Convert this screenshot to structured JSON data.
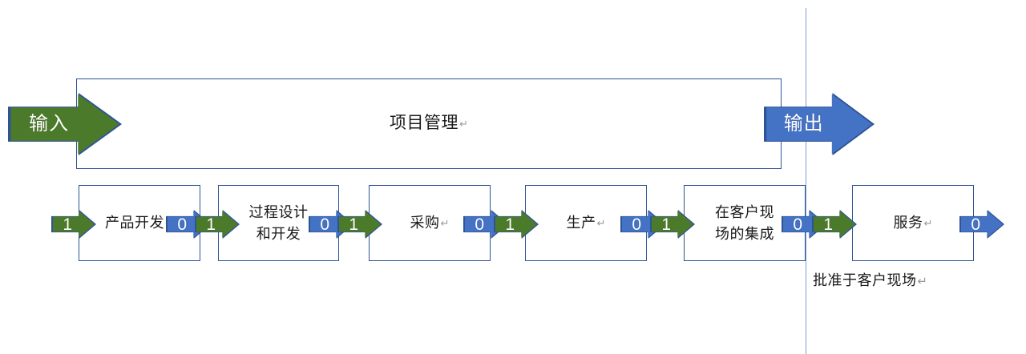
{
  "diagram": {
    "title_text": "项目管理",
    "divider_color": "#7E9BD0",
    "green_color": "#4C7A2B",
    "blue_color": "#4472C4",
    "outline_color": "#2E5496",
    "input_arrow": {
      "label": "输入",
      "color": "#4C7A2B"
    },
    "output_arrow": {
      "label": "输出",
      "color": "#4472C4"
    },
    "main_band": {
      "label": "项目管理"
    },
    "stages": [
      {
        "label": "产品开发"
      },
      {
        "label": "过程设计\n和开发"
      },
      {
        "label": "采购"
      },
      {
        "label": "生产"
      },
      {
        "label": "在客户现\n场的集成"
      },
      {
        "label": "服务"
      }
    ],
    "connectors": [
      {
        "value": "1",
        "color": "green"
      },
      {
        "value": "0",
        "color": "blue"
      },
      {
        "value": "1",
        "color": "green"
      },
      {
        "value": "0",
        "color": "blue"
      },
      {
        "value": "1",
        "color": "green"
      },
      {
        "value": "0",
        "color": "blue"
      },
      {
        "value": "1",
        "color": "green"
      },
      {
        "value": "0",
        "color": "blue"
      },
      {
        "value": "1",
        "color": "green"
      },
      {
        "value": "0",
        "color": "blue"
      },
      {
        "value": "1",
        "color": "green"
      },
      {
        "value": "0",
        "color": "blue"
      }
    ],
    "caption": "批准于客户现场",
    "pilcrow": "↵"
  }
}
